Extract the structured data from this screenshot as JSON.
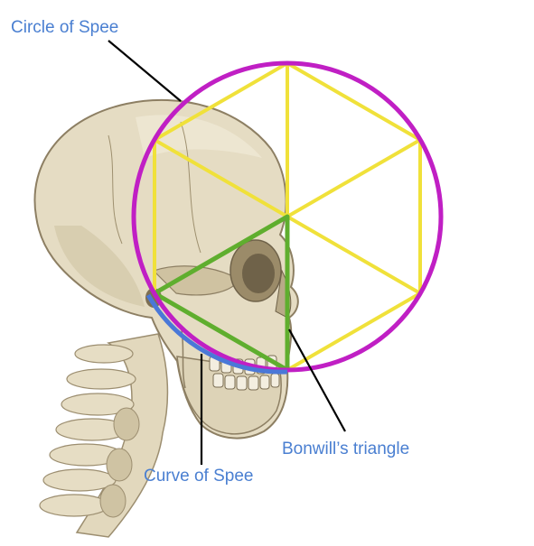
{
  "labels": {
    "circle_of_spee": "Circle of Spee",
    "bonwills_triangle": "Bonwill’s triangle",
    "curve_of_spee": "Curve of Spee"
  },
  "colors": {
    "label_text": "#4a7fd1",
    "circle": "#c01fc4",
    "hexagon": "#f0e13a",
    "triangle": "#5fae2e",
    "curve": "#4a78d8",
    "leader_line": "#000000",
    "bone": "#e4dcc3",
    "bone_shadow": "#bfb294",
    "bone_dark": "#8d7f63"
  },
  "icons": {
    "skull": "skull-illustration",
    "spine": "cervical-spine-illustration"
  }
}
